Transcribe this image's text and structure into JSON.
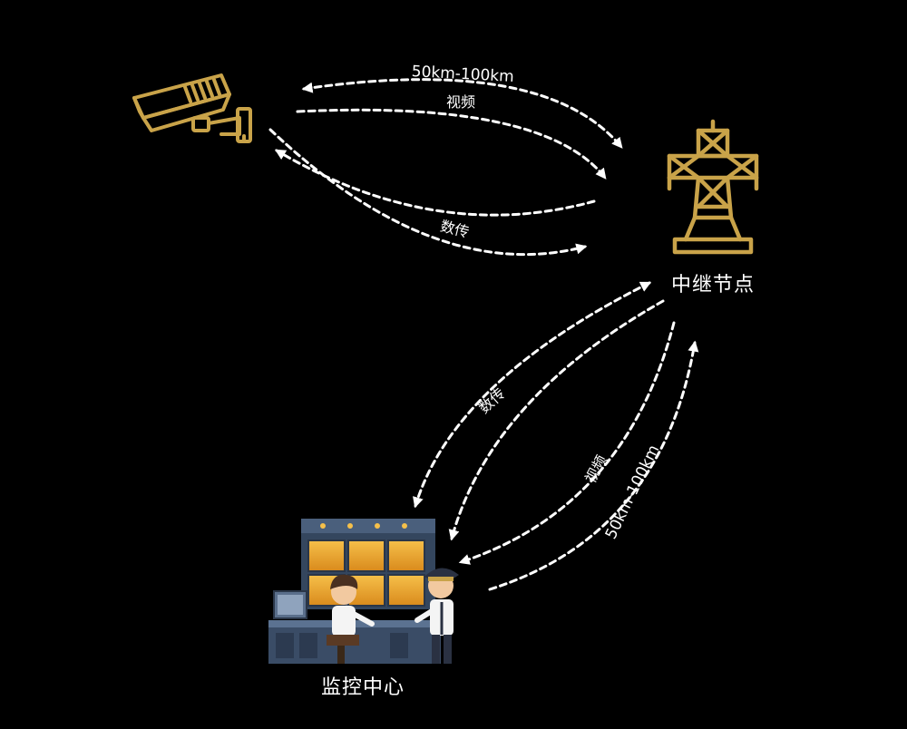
{
  "colors": {
    "background": "#000000",
    "icon_gold": "#c9a349",
    "link": "#ffffff",
    "label": "#ffffff"
  },
  "nodes": {
    "camera": {
      "icon": "security-camera-icon"
    },
    "relay": {
      "icon": "transmission-tower-icon",
      "label": "中继节点"
    },
    "center": {
      "icon": "control-room-illustration",
      "label": "监控中心"
    }
  },
  "links": {
    "camera_relay": {
      "distance": "50km-100km",
      "video": "视频",
      "data": "数传"
    },
    "relay_center": {
      "data": "数传",
      "video": "视频",
      "distance": "50km-100km"
    }
  }
}
